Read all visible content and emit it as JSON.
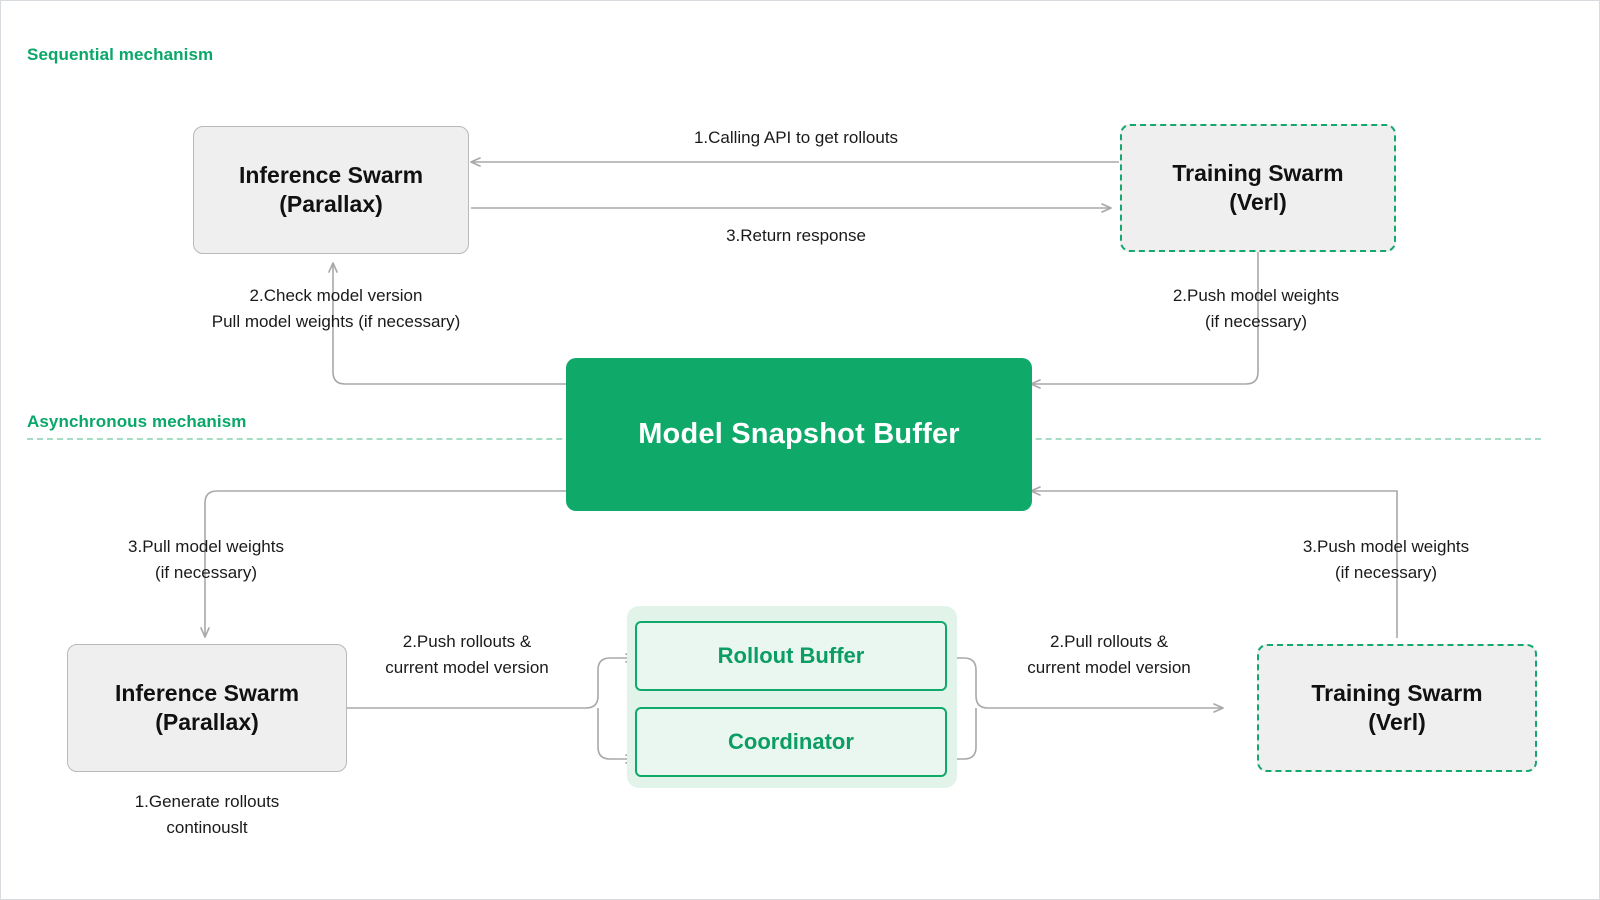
{
  "diagram": {
    "title_sequential": "Sequential mechanism",
    "title_asynchronous": "Asynchronous mechanism",
    "colors": {
      "accent_green": "#0fa96a",
      "accent_green_text": "#0aa76a",
      "node_gray_fill": "#efefef",
      "node_gray_border": "#b9b9b9",
      "panel_light_green": "#e2f4ea",
      "subnode_fill": "#e9f7f0",
      "wire_gray": "#a8a8a8",
      "divider_green": "#a5ddc4"
    }
  },
  "sequential": {
    "inference_node": {
      "line1": "Inference Swarm",
      "line2": "(Parallax)"
    },
    "training_node": {
      "line1": "Training Swarm",
      "line2": "(Verl)"
    },
    "labels": {
      "calling_api": "1.Calling API to get rollouts",
      "return_response": "3.Return response",
      "check_model_version": "2.Check model version\nPull model weights (if necessary)",
      "push_model_weights": "2.Push model weights\n(if necessary)"
    }
  },
  "buffer": {
    "label": "Model Snapshot Buffer"
  },
  "asynchronous": {
    "inference_node": {
      "line1": "Inference Swarm",
      "line2": "(Parallax)"
    },
    "training_node": {
      "line1": "Training Swarm",
      "line2": "(Verl)"
    },
    "rollout_buffer_label": "Rollout Buffer",
    "coordinator_label": "Coordinator",
    "labels": {
      "pull_model_weights": "3.Pull model weights\n(if necessary)",
      "push_model_weights": "3.Push model weights\n(if necessary)",
      "push_rollouts": "2.Push rollouts &\ncurrent model version",
      "pull_rollouts": "2.Pull rollouts &\ncurrent model version",
      "generate_rollouts": "1.Generate rollouts\ncontinouslt"
    }
  }
}
